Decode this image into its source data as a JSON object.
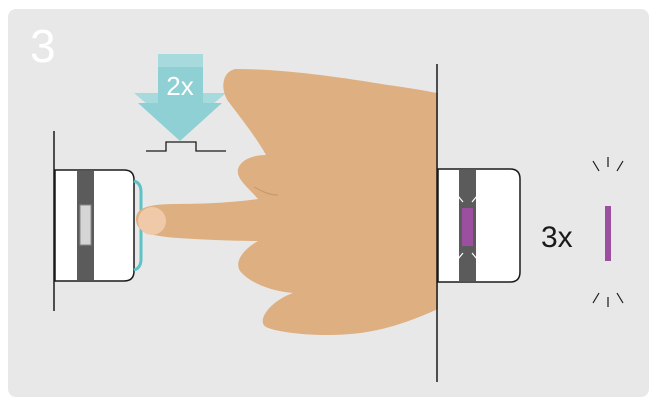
{
  "step": {
    "number": "3"
  },
  "press": {
    "count_label": "2x"
  },
  "indicator": {
    "blink_label": "3x"
  },
  "colors": {
    "background": "#e8e8e8",
    "arrow": "#8fd0d4",
    "led": "#9b4f9e",
    "skin": "#deaf81",
    "nail": "#f0c9a9",
    "device": "#ffffff",
    "device_stripe": "#5b5b5b",
    "line": "#1a1a1a"
  },
  "icons": [
    "press-arrow-icon",
    "hand-icon",
    "dongle-icon",
    "led-blink-icon"
  ]
}
